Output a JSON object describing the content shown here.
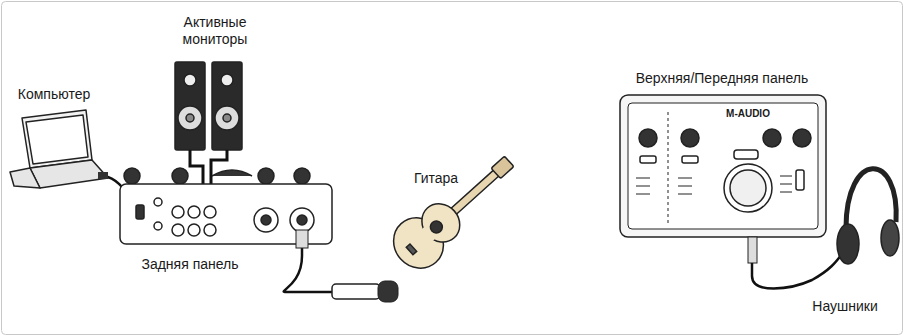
{
  "diagram": {
    "labels": [
      "Активные мониторы",
      "Компьютер",
      "Гитара",
      "Задняя панель",
      "Верхняя/Передняя панель",
      "Наушники",
      "M-AUDIO"
    ]
  }
}
